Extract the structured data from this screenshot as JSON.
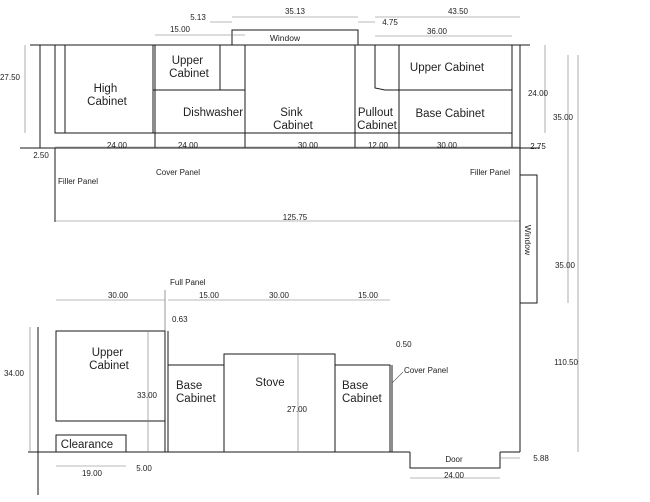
{
  "upper_elevation": {
    "cabinets": {
      "high_cabinet": [
        "High",
        "Cabinet"
      ],
      "upper_cabinet_left": [
        "Upper",
        "Cabinet"
      ],
      "dishwasher": "Dishwasher",
      "sink_cabinet": [
        "Sink",
        "Cabinet"
      ],
      "pullout_cabinet": [
        "Pullout",
        "Cabinet"
      ],
      "upper_cabinet_right": "Upper Cabinet",
      "base_cabinet_right": "Base Cabinet",
      "window_top": "Window"
    },
    "notes": {
      "filler_left": "Filler Panel",
      "cover_panel": "Cover Panel",
      "filler_right": "Filler Panel"
    },
    "dims": {
      "d_513": "5.13",
      "d_3513": "35.13",
      "d_475": "4.75",
      "d_4350": "43.50",
      "d_1500": "15.00",
      "d_3600": "36.00",
      "d_2750": "27.50",
      "d_2400_right": "24.00",
      "d_3500_upper": "35.00",
      "d_250": "2.50",
      "d_2400_a": "24.00",
      "d_2400_b": "24.00",
      "d_3000_a": "30.00",
      "d_1200": "12.00",
      "d_3000_b": "30.00",
      "d_275": "2.75",
      "d_12575": "125.75"
    }
  },
  "side_wall": {
    "window_side": "Window",
    "d_3500_lower": "35.00",
    "d_11050": "110.50"
  },
  "lower_elevation": {
    "cabinets": {
      "upper_cabinet": [
        "Upper",
        "Cabinet"
      ],
      "clearance": "Clearance",
      "base_cabinet_left": [
        "Base",
        "Cabinet"
      ],
      "stove": "Stove",
      "base_cabinet_right": [
        "Base",
        "Cabinet"
      ],
      "door": "Door"
    },
    "notes": {
      "full_panel": "Full Panel",
      "cover_panel": "Cover Panel"
    },
    "dims": {
      "d_3000_a": "30.00",
      "d_1500_a": "15.00",
      "d_3000_b": "30.00",
      "d_1500_b": "15.00",
      "d_063": "0.63",
      "d_050": "0.50",
      "d_3400": "34.00",
      "d_3300": "33.00",
      "d_2700": "27.00",
      "d_1900": "19.00",
      "d_500": "5.00",
      "d_2400": "24.00",
      "d_588": "5.88"
    }
  }
}
